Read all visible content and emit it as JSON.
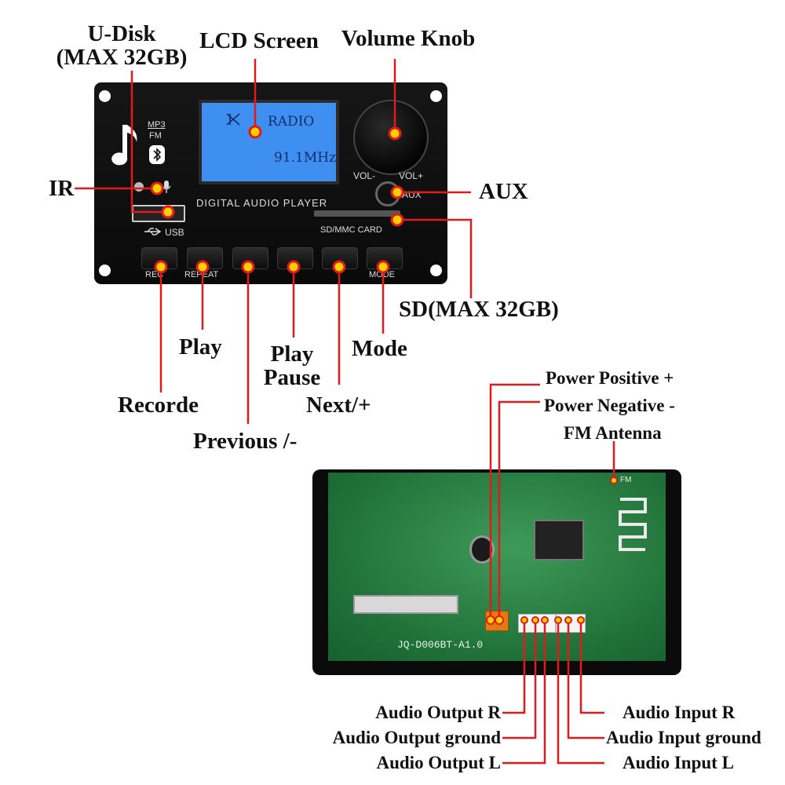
{
  "front_labels": {
    "u_disk": "U-Disk",
    "u_disk_size": "(MAX 32GB)",
    "lcd_screen": "LCD Screen",
    "volume_knob": "Volume Knob",
    "ir": "IR",
    "aux": "AUX",
    "sd": "SD(MAX 32GB)",
    "play": "Play",
    "play_pause_1": "Play",
    "play_pause_2": "Pause",
    "mode": "Mode",
    "recorde": "Recorde",
    "next": "Next/+",
    "previous": "Previous /-"
  },
  "panel_text": {
    "lcd_line1": "RADIO",
    "lcd_line2": "91.1MHz",
    "mp3": "MP3",
    "fm": "FM",
    "vol_minus": "VOL-",
    "vol_plus": "VOL+",
    "aux": "AUX",
    "digital_audio_player": "DIGITAL  AUDIO  PLAYER",
    "usb": "USB",
    "sd_card": "SD/MMC  CARD",
    "buttons": [
      "REC",
      "REPEAT",
      "",
      "",
      "",
      "MODE"
    ]
  },
  "back_labels": {
    "power_positive": "Power Positive +",
    "power_negative": "Power Negative  -",
    "fm_antenna": "FM Antenna",
    "audio_output_r": "Audio Output R",
    "audio_output_ground": "Audio Output ground",
    "audio_output_l": "Audio Output L",
    "audio_input_r": "Audio Input R",
    "audio_input_ground": "Audio Input ground",
    "audio_input_l": "Audio Input L"
  },
  "pcb_text": {
    "model": "JQ-D006BT-A1.0",
    "fm": "FM"
  },
  "colors": {
    "callout_line": "#e11b1b",
    "marker_fill": "#ffd000",
    "lcd_blue": "#3f8ff1",
    "pcb_green": "#2a8a4a"
  }
}
